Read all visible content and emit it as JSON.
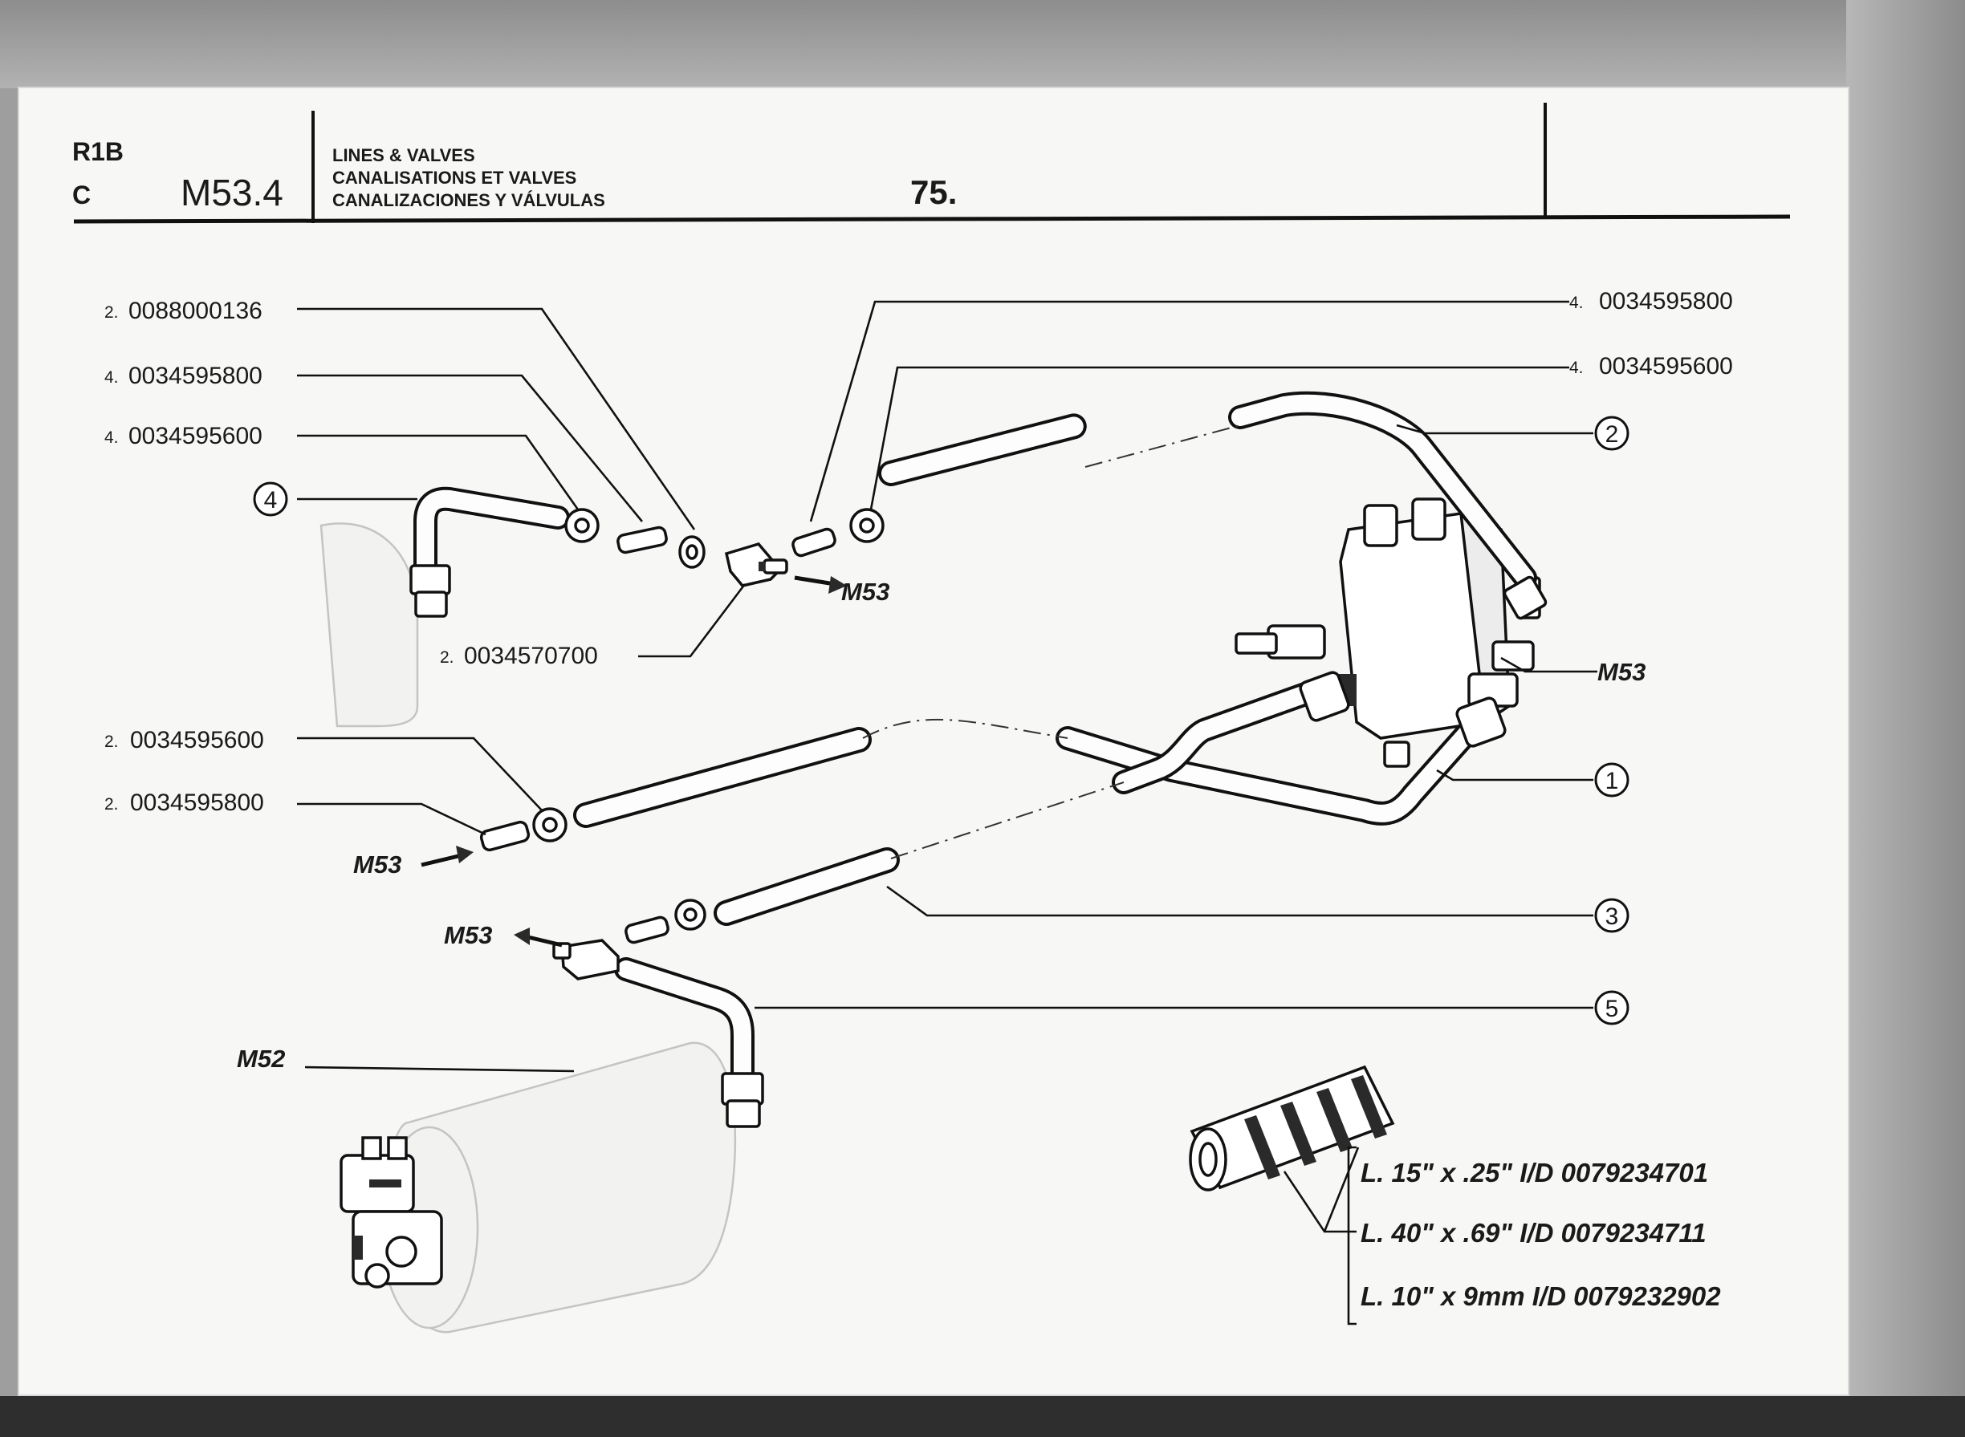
{
  "header": {
    "model": "R1B",
    "variant": "C",
    "section": "M53.4",
    "title_en": "LINES & VALVES",
    "title_fr": "CANALISATIONS ET VALVES",
    "title_es": "CANALIZACIONES Y VÁLVULAS",
    "page": "75."
  },
  "callouts_left": [
    {
      "qty": "2.",
      "part": "0088000136"
    },
    {
      "qty": "4.",
      "part": "0034595800"
    },
    {
      "qty": "4.",
      "part": "0034595600"
    }
  ],
  "callout_tee": {
    "qty": "2.",
    "part": "0034570700"
  },
  "callouts_right": [
    {
      "qty": "4.",
      "part": "0034595800"
    },
    {
      "qty": "4.",
      "part": "0034595600"
    }
  ],
  "callouts_mid": [
    {
      "qty": "2.",
      "part": "0034595600"
    },
    {
      "qty": "2.",
      "part": "0034595800"
    }
  ],
  "refs": {
    "m53": "M53",
    "m52": "M52"
  },
  "item_numbers": [
    "1",
    "2",
    "3",
    "4",
    "5"
  ],
  "hoses": [
    "L. 15\" x .25\" I/D 0079234701",
    "L. 40\" x .69\" I/D 0079234711",
    "L. 10\" x 9mm I/D 0079232902"
  ]
}
